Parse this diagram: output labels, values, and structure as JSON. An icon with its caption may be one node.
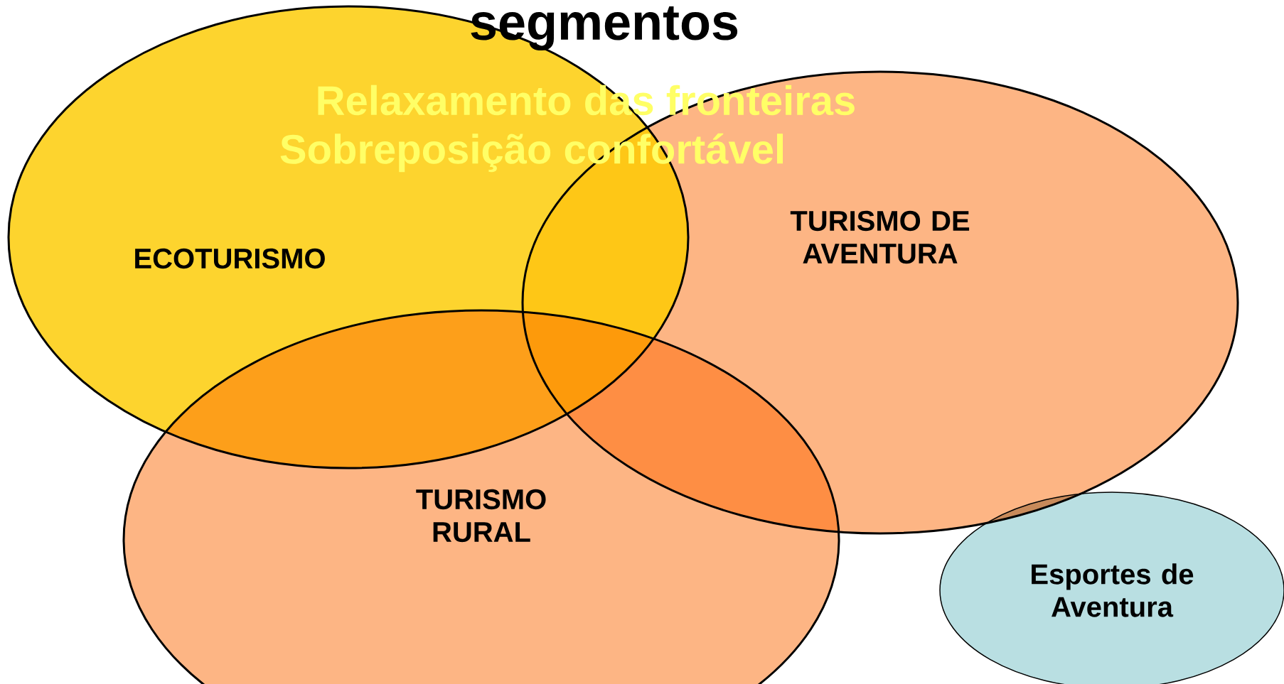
{
  "diagram": {
    "title": "segmentos",
    "nodes": [
      {
        "text": [
          "ECOTURISMO"
        ]
      },
      {
        "text": [
          "TURISMO DE AVENTURA"
        ]
      },
      {
        "text": [
          "TURISMO RURAL"
        ]
      },
      {
        "text": [
          "Esportes de Aventura"
        ]
      }
    ],
    "labels": [
      "Relaxamento das fronteiras",
      "Sobreposição confortável"
    ]
  }
}
